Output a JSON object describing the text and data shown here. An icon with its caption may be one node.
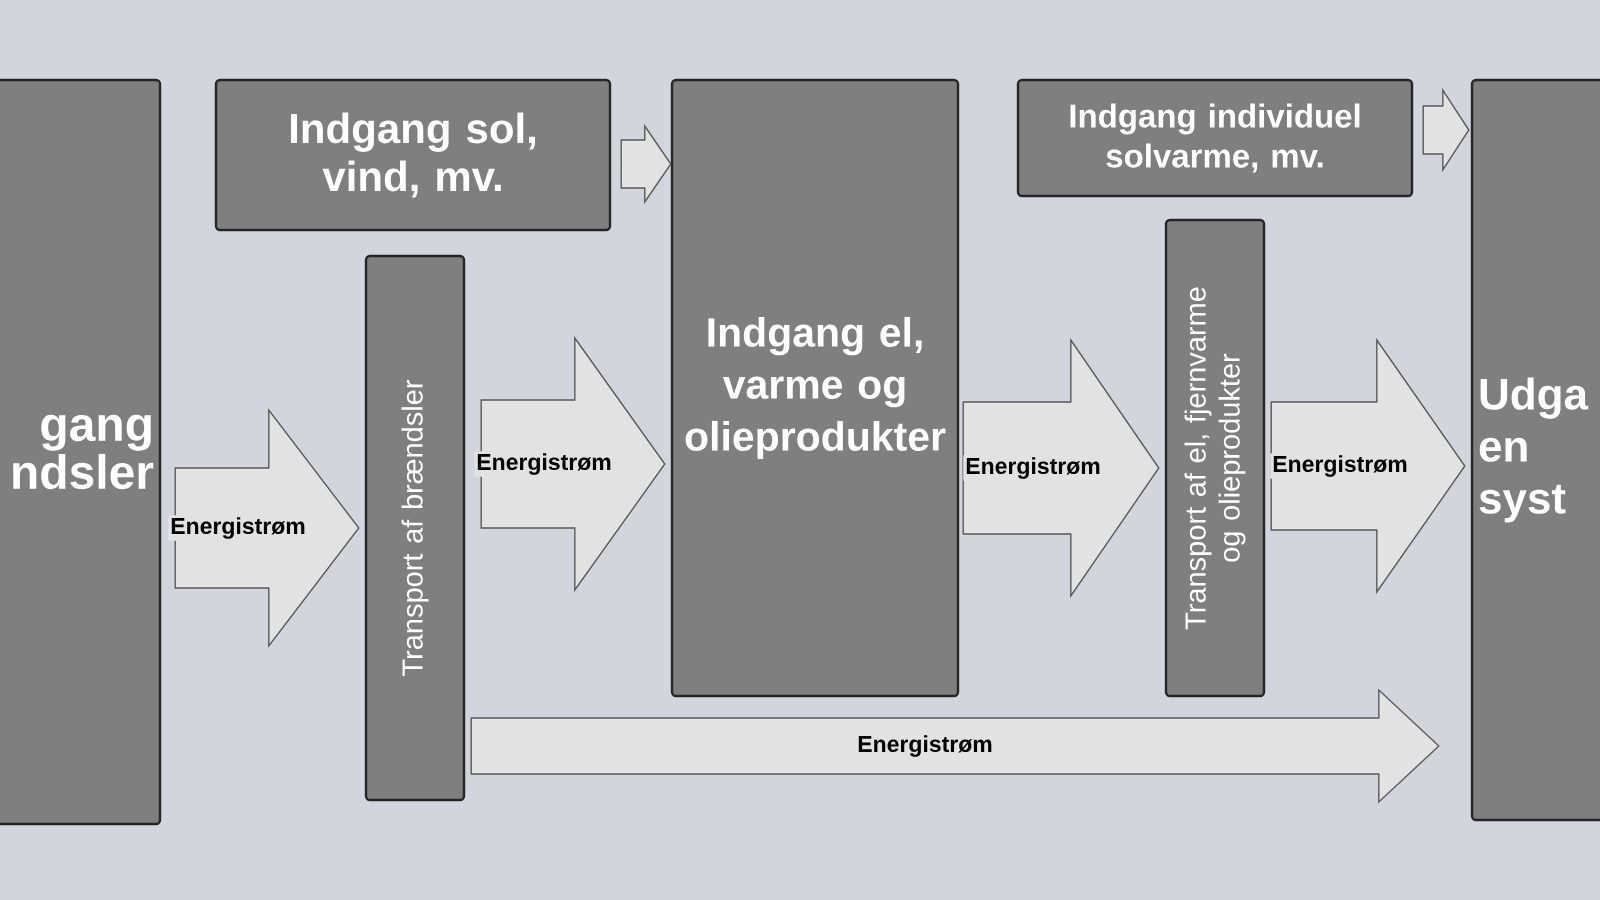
{
  "diagram": {
    "nodes": [
      {
        "text": [
          "gang ndsler"
        ]
      },
      {
        "text": [
          "Indgang sol, vind, mv."
        ]
      },
      {
        "text": [
          "Transport af brændsler"
        ]
      },
      {
        "text": [
          "Indgang el, varme og olieprodukter"
        ]
      },
      {
        "text": [
          "Indgang individuel solvarme, mv."
        ]
      },
      {
        "text": [
          "Transport af el, fjernvarme og olieprodukter"
        ]
      },
      {
        "text": [
          "Udga en syst"
        ]
      }
    ],
    "edges": [
      {
        "from": 0,
        "to": 2,
        "arrow": "to",
        "label": "Energistrøm"
      },
      {
        "from": 1,
        "to": 3,
        "arrow": "to"
      },
      {
        "from": 2,
        "to": 3,
        "arrow": "to",
        "label": "Energistrøm"
      },
      {
        "from": 3,
        "to": 5,
        "arrow": "to",
        "label": "Energistrøm"
      },
      {
        "from": 5,
        "to": 6,
        "arrow": "to",
        "label": "Energistrøm"
      },
      {
        "from": 4,
        "to": 6,
        "arrow": "to"
      },
      {
        "from": 2,
        "to": 6,
        "arrow": "to",
        "label": "Energistrøm"
      }
    ]
  }
}
